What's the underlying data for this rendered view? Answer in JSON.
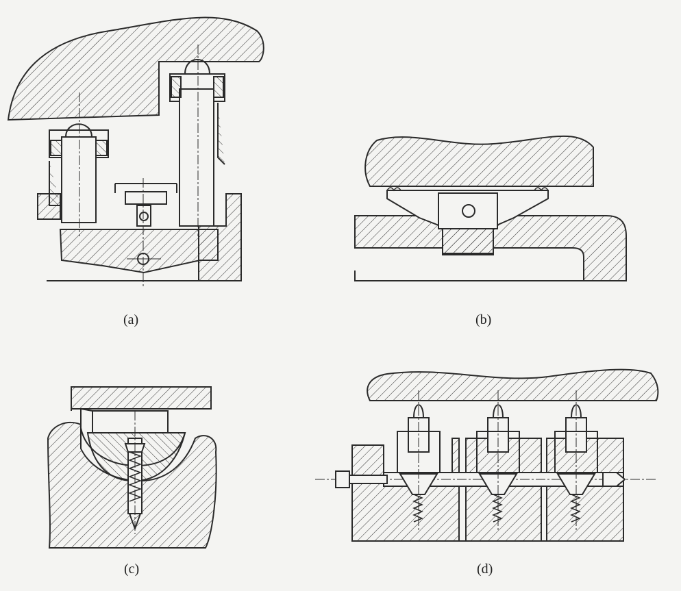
{
  "captions": {
    "a": "(a)",
    "b": "(b)",
    "c": "(c)",
    "d": "(d)"
  },
  "colors": {
    "ink": "#2a2a2a",
    "paper": "#f4f4f2"
  }
}
